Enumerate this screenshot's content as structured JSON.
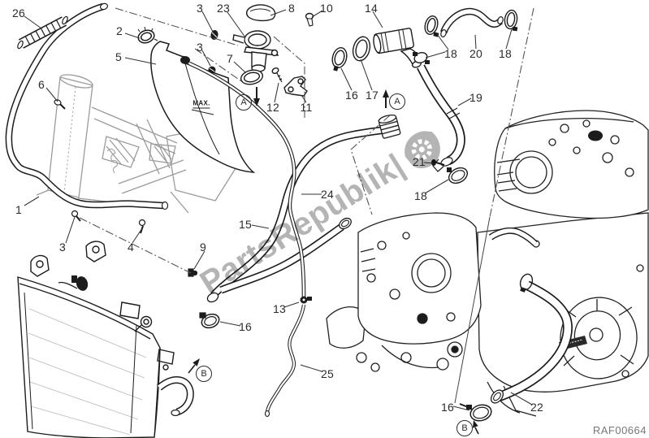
{
  "diagram": {
    "ref_code": "RAF00664",
    "watermark_text": "PartsRepublik|",
    "tank_max_label": "MAX.",
    "detail_view_labels": [
      "A",
      "A",
      "B",
      "B"
    ],
    "callouts": [
      {
        "label": "1"
      },
      {
        "label": "2"
      },
      {
        "label": "3"
      },
      {
        "label": "3"
      },
      {
        "label": "3"
      },
      {
        "label": "4"
      },
      {
        "label": "5"
      },
      {
        "label": "6"
      },
      {
        "label": "7"
      },
      {
        "label": "8"
      },
      {
        "label": "9"
      },
      {
        "label": "10"
      },
      {
        "label": "11"
      },
      {
        "label": "12"
      },
      {
        "label": "13"
      },
      {
        "label": "14"
      },
      {
        "label": "15"
      },
      {
        "label": "16"
      },
      {
        "label": "16"
      },
      {
        "label": "16"
      },
      {
        "label": "17"
      },
      {
        "label": "18"
      },
      {
        "label": "18"
      },
      {
        "label": "18"
      },
      {
        "label": "19"
      },
      {
        "label": "20"
      },
      {
        "label": "21"
      },
      {
        "label": "22"
      },
      {
        "label": "23"
      },
      {
        "label": "24"
      },
      {
        "label": "25"
      },
      {
        "label": "26"
      }
    ],
    "colors": {
      "line_ink": "#1c1c1c",
      "frame_gray": "#9b9b9b",
      "watermark_gray": "#b4b4b4",
      "label_ink": "#2b2b2b",
      "ref_code_gray": "#777777"
    }
  }
}
